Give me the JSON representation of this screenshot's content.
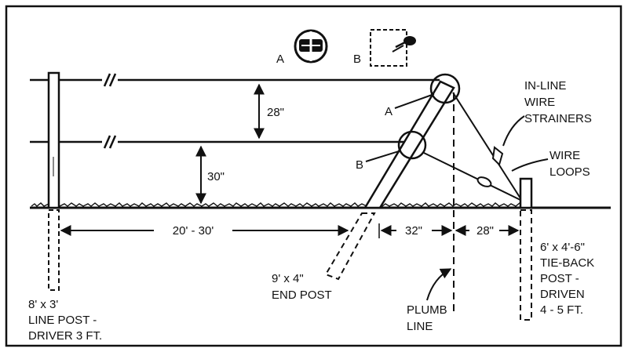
{
  "detail_labels": {
    "a": "A",
    "b": "B"
  },
  "strainer_labels": {
    "a": "A",
    "b": "B"
  },
  "dimensions": {
    "wire_gap": "28\"",
    "ground_to_wire": "30\"",
    "post_spacing": "20' - 30'",
    "brace_base": "32\"",
    "tieback_offset": "28\""
  },
  "callouts": {
    "strainers": [
      "IN-LINE",
      "WIRE",
      "STRAINERS"
    ],
    "loops": [
      "WIRE",
      "LOOPS"
    ],
    "end_post": [
      "9' x 4\"",
      "END POST"
    ],
    "line_post": [
      "8' x 3'",
      "LINE POST -",
      "DRIVER 3 FT."
    ],
    "plumb": [
      "PLUMB",
      "LINE"
    ],
    "tieback": [
      "6' x 4'-6\"",
      "TIE-BACK",
      "POST -",
      "DRIVEN",
      "4 - 5 FT."
    ]
  }
}
